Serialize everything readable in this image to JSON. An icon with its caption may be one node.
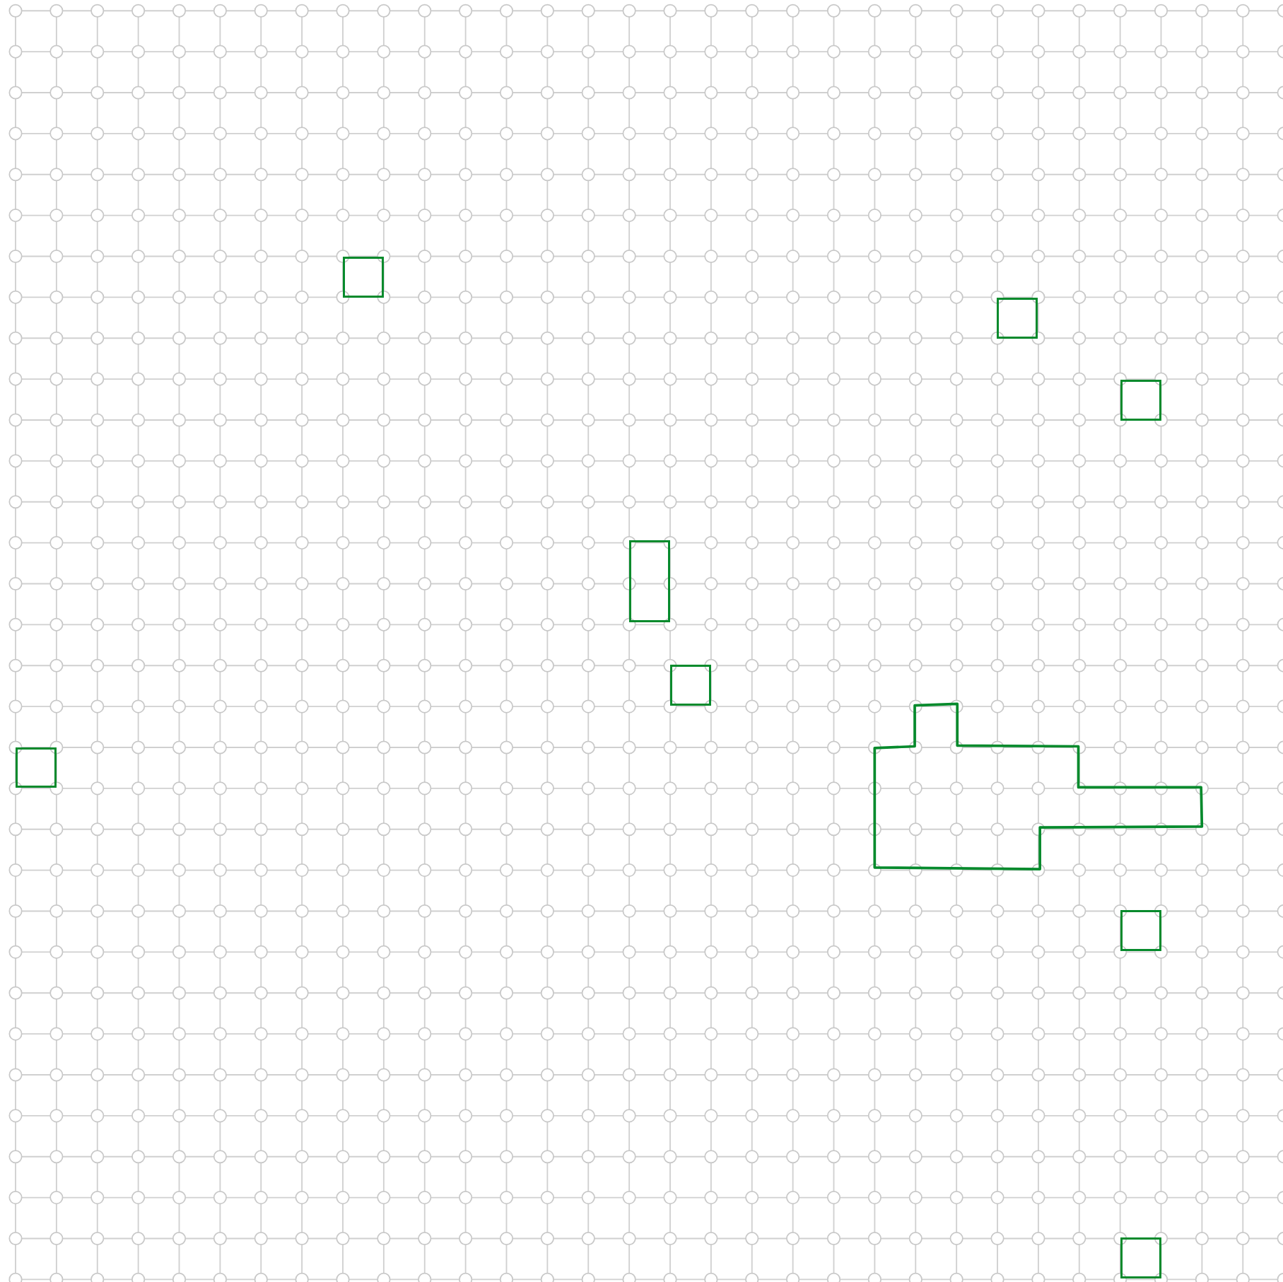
{
  "diagram": {
    "nodes": [
      {
        "text": [],
        "shape": "box"
      },
      {
        "text": [],
        "shape": "box"
      },
      {
        "text": [],
        "shape": "box"
      },
      {
        "text": [],
        "shape": "box"
      },
      {
        "text": [],
        "shape": "box"
      },
      {
        "text": [],
        "shape": "box"
      },
      {
        "text": [],
        "shape": "polygon"
      },
      {
        "text": [],
        "shape": "box"
      },
      {
        "text": [],
        "shape": "box"
      }
    ]
  }
}
